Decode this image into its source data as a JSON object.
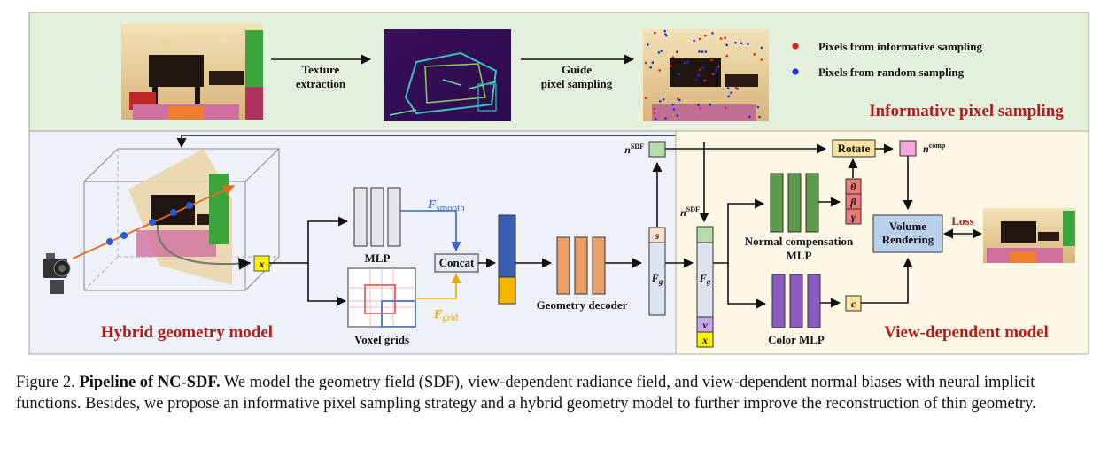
{
  "top_panel": {
    "arrow1_line1": "Texture",
    "arrow1_line2": "extraction",
    "arrow2_line1": "Guide",
    "arrow2_line2": "pixel sampling",
    "legend_informative": "Pixels from informative sampling",
    "legend_random": "Pixels from random sampling",
    "title": "Informative pixel sampling"
  },
  "hybrid_panel": {
    "x_label": "x",
    "mlp_label": "MLP",
    "f_smooth_main": "F",
    "f_smooth_sub": "smooth",
    "concat_label": "Concat",
    "voxel_label": "Voxel grids",
    "f_grid_main": "F",
    "f_grid_sub": "grid",
    "decoder_label": "Geometry decoder",
    "title": "Hybrid geometry model"
  },
  "geometry_output": {
    "s_label": "s",
    "fg_main": "F",
    "fg_sub": "g",
    "n_sdf_main": "n",
    "n_sdf_sup": "SDF"
  },
  "view_panel": {
    "n_sdf_main": "n",
    "n_sdf_sup": "SDF",
    "fg_main": "F",
    "fg_sub": "g",
    "v_label": "v",
    "x_label": "x",
    "normal_mlp_line1": "Normal compensation",
    "normal_mlp_line2": "MLP",
    "theta": "θ",
    "beta": "β",
    "gamma": "γ",
    "rotate_label": "Rotate",
    "n_comp_main": "n",
    "n_comp_sup": "comp",
    "volume_line1": "Volume",
    "volume_line2": "Rendering",
    "loss_label": "Loss",
    "color_mlp_label": "Color MLP",
    "c_label": "c",
    "title": "View-dependent model"
  },
  "caption": {
    "prefix": "Figure 2.",
    "bold": "Pipeline of NC-SDF.",
    "text": "We model the geometry field (SDF), view-dependent radiance field, and view-dependent normal biases with neural implicit functions. Besides, we propose an informative pixel sampling strategy and a hybrid geometry model to further improve the reconstruction of thin geometry."
  },
  "colors": {
    "top_bg": "#e4efdc",
    "hybrid_bg": "#eef2f8",
    "view_bg": "#fdf7e6",
    "title_red": "#b01c1c",
    "point_red": "#e0201a",
    "point_blue": "#1a2fd0",
    "mlp_gray": "#e4e6ec",
    "decoder_orange": "#e8a06a",
    "normal_green": "#5a9a48",
    "color_purple": "#8a5cc0",
    "rotate_yellow": "#fde3a0",
    "volume_blue": "#b8d0ec",
    "angle_red": "#e87a7a",
    "x_yellow": "#fff200",
    "n_pink": "#f4a6dc",
    "n_green": "#b6dcaa",
    "concat_blue": "#3a5fb0",
    "concat_gold": "#f2b600"
  }
}
